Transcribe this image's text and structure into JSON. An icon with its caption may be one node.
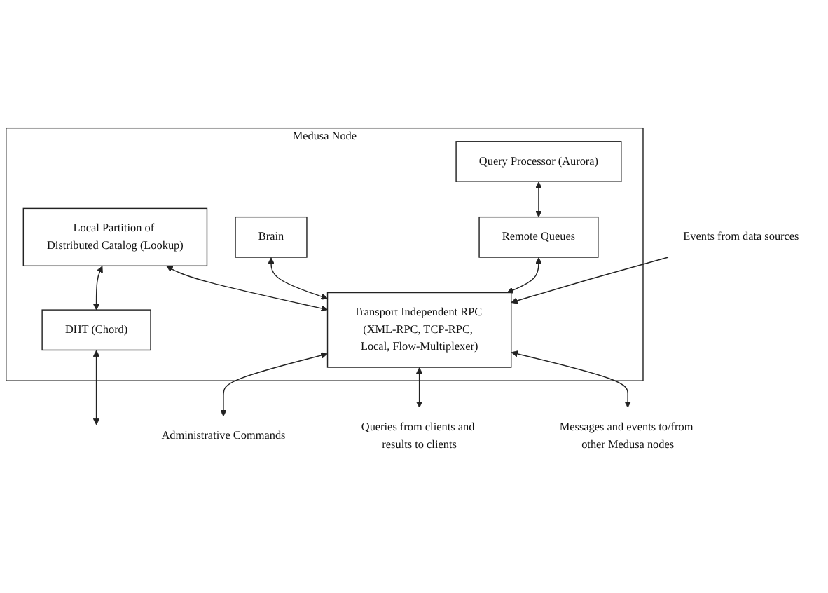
{
  "diagram": {
    "nodes": [
      {
        "text": [
          "Medusa Node"
        ]
      },
      {
        "text": [
          "Local Partition of Distributed Catalog (Lookup)"
        ],
        "in": 0
      },
      {
        "text": [
          "Brain"
        ],
        "in": 0
      },
      {
        "text": [
          "Query Processor (Aurora)"
        ],
        "in": 0
      },
      {
        "text": [
          "Remote Queues"
        ],
        "in": 0
      },
      {
        "text": [
          "DHT (Chord)"
        ],
        "in": 0
      },
      {
        "text": [
          "Transport Independent RPC (XML-RPC, TCP-RPC, Local, Flow-Multiplexer)"
        ],
        "in": 0
      },
      {
        "text": [
          "Administrative Commands"
        ]
      },
      {
        "text": [
          "Queries from clients and results to clients"
        ]
      },
      {
        "text": [
          "Events from data sources"
        ]
      },
      {
        "text": [
          "Messages and events to/from other Medusa nodes"
        ]
      }
    ],
    "edges": [
      {
        "from": 1,
        "to": 5,
        "arrow": "both"
      },
      {
        "from": 1,
        "to": 6,
        "arrow": "both"
      },
      {
        "from": 2,
        "to": 6,
        "arrow": "both"
      },
      {
        "from": 3,
        "to": 4,
        "arrow": "both"
      },
      {
        "from": 4,
        "to": 6,
        "arrow": "both"
      },
      {
        "from": 5,
        "to": null,
        "arrow": "both"
      },
      {
        "from": 6,
        "to": 7,
        "arrow": "both"
      },
      {
        "from": 6,
        "to": 8,
        "arrow": "both"
      },
      {
        "from": 9,
        "to": 6,
        "arrow": "to"
      },
      {
        "from": 6,
        "to": 10,
        "arrow": "both"
      }
    ]
  }
}
